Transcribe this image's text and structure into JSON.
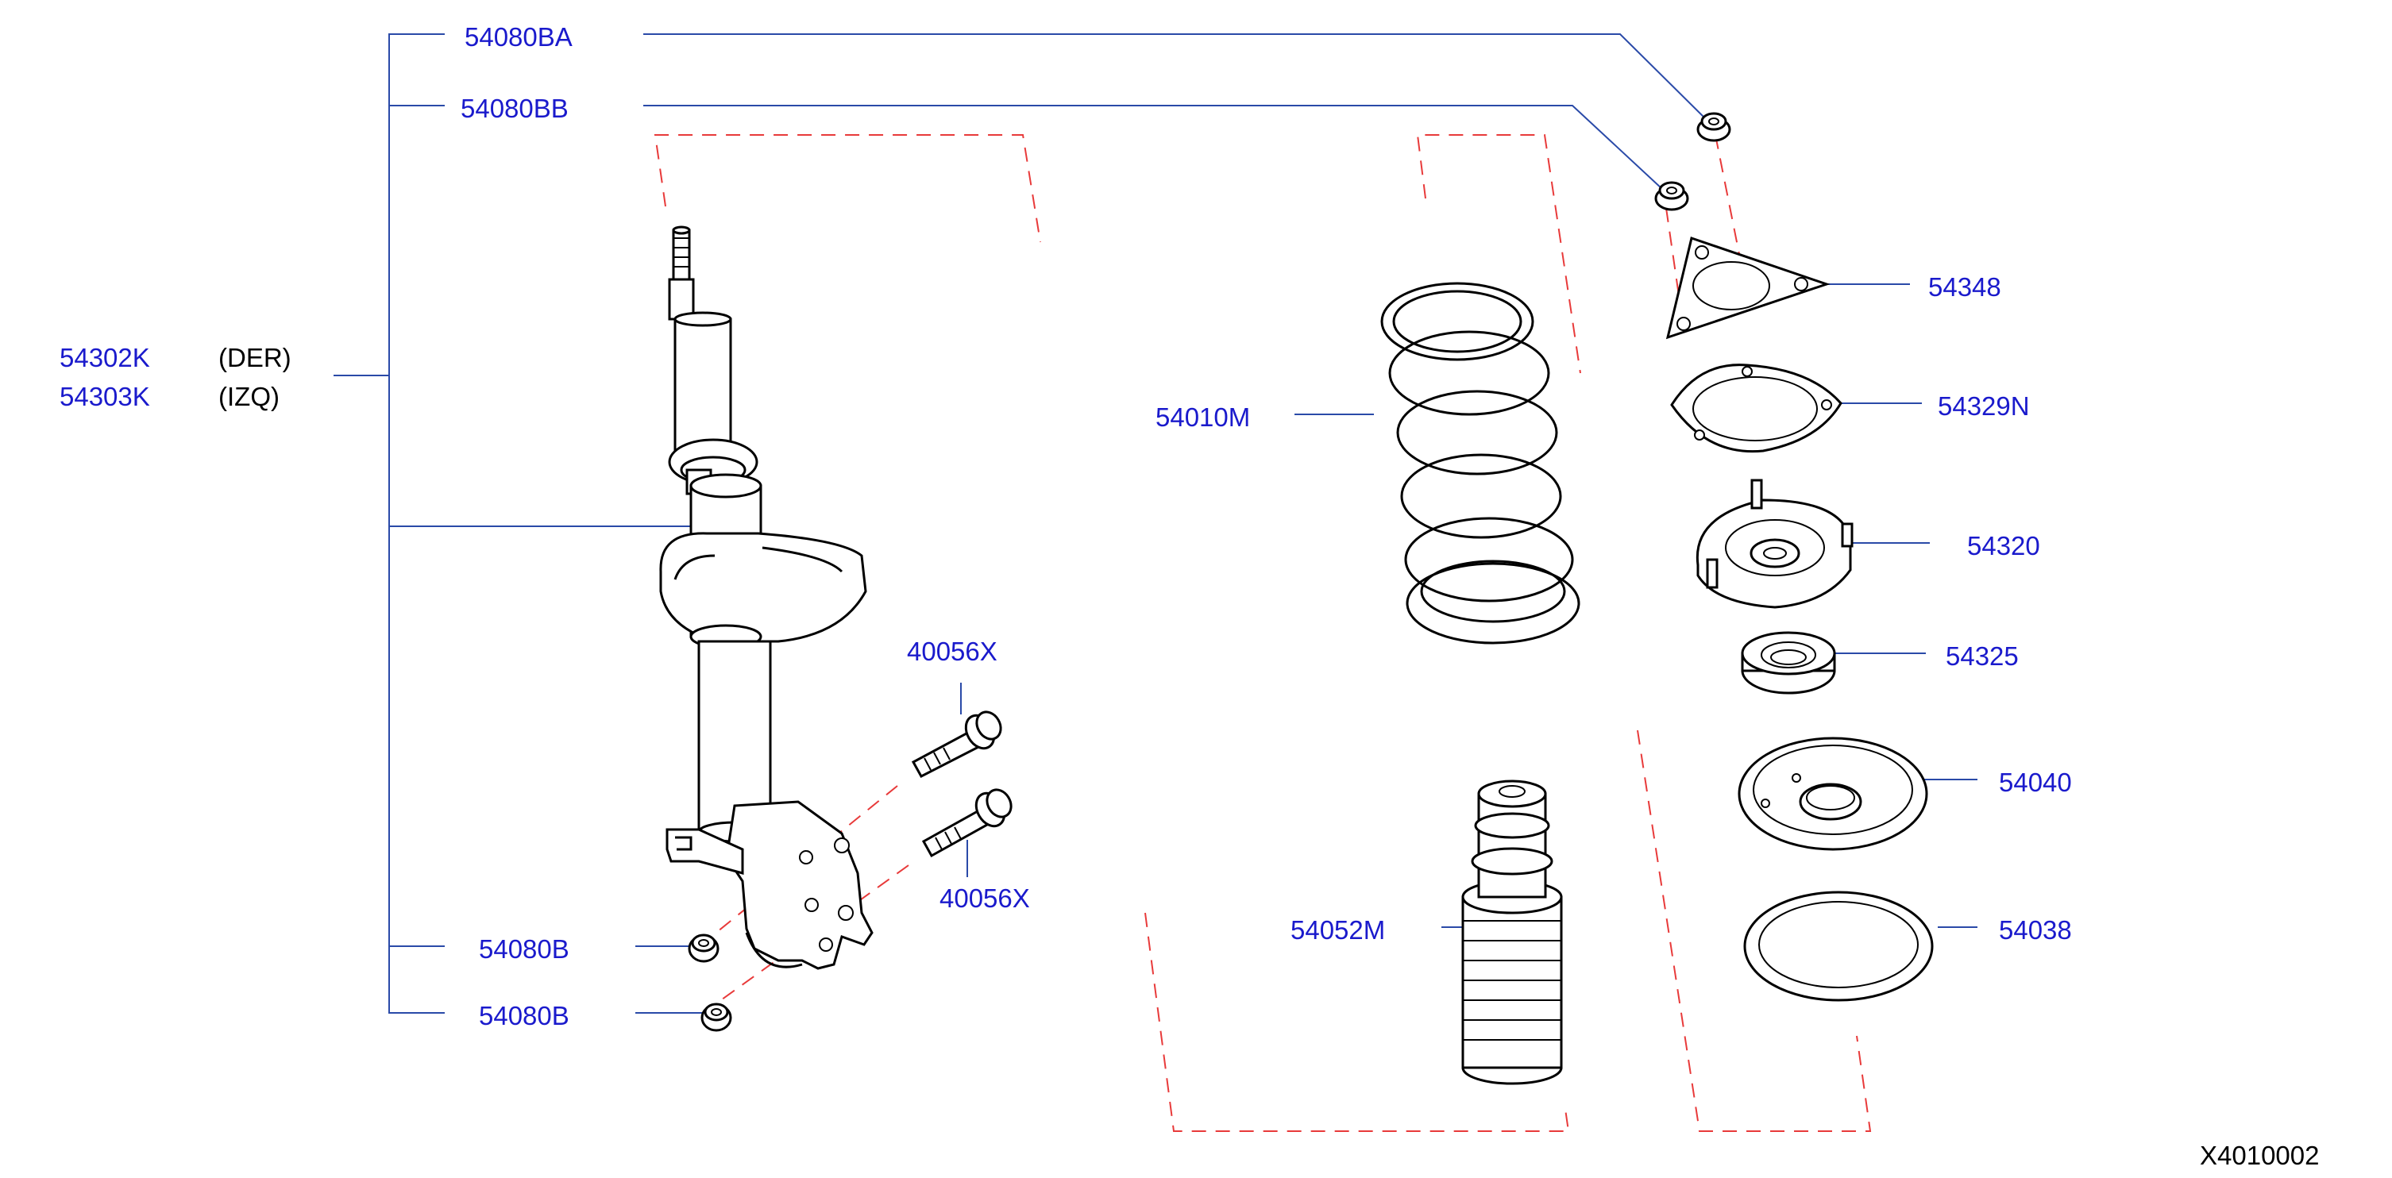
{
  "labels": {
    "p54080BA": "54080BA",
    "p54080BB": "54080BB",
    "p54302K": "54302K",
    "p54303K": "54303K",
    "der": "(DER)",
    "izq": "(IZQ)",
    "p40056X_top": "40056X",
    "p40056X_bottom": "40056X",
    "p54080B_top": "54080B",
    "p54080B_bottom": "54080B",
    "p54010M": "54010M",
    "p54052M": "54052M",
    "p54348": "54348",
    "p54329N": "54329N",
    "p54320": "54320",
    "p54325": "54325",
    "p54040": "54040",
    "p54038": "54038"
  },
  "diagram_code": "X4010002",
  "colors": {
    "label_blue": "#1a1acc",
    "leader_blue": "#2a4aa8",
    "dash_red": "#e83a3a",
    "ink": "#000000"
  }
}
